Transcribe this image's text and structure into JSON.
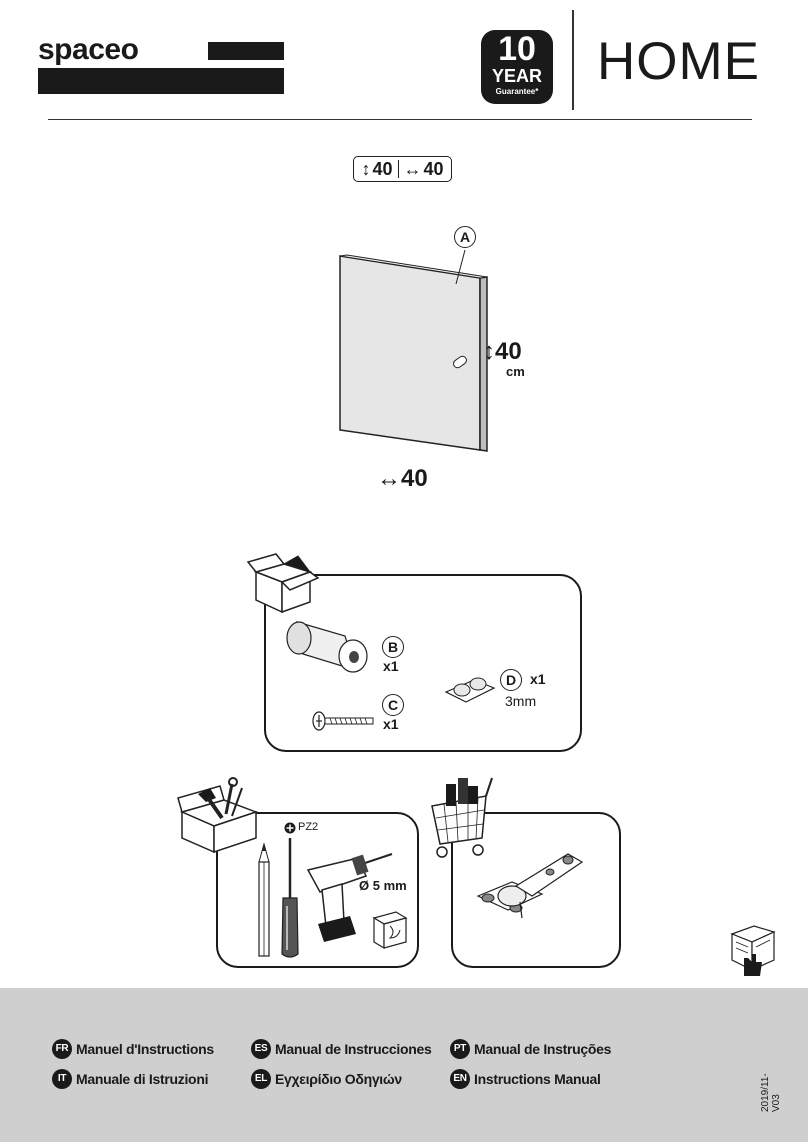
{
  "header": {
    "brand": "spaceo",
    "guarantee_number": "10",
    "guarantee_year": "YEAR",
    "guarantee_sub": "Guarantee*",
    "product_line": "HOME"
  },
  "dimensions": {
    "badge_height": "40",
    "badge_width": "40",
    "height_value": "40",
    "height_unit": "cm",
    "width_value": "40"
  },
  "panel_label": "A",
  "parts": [
    {
      "letter": "B",
      "qty": "x1"
    },
    {
      "letter": "C",
      "qty": "x1"
    },
    {
      "letter": "D",
      "qty": "x1",
      "note": "3mm"
    }
  ],
  "tools": {
    "bit": "PZ2",
    "drill_size": "Ø 5 mm"
  },
  "manuals": [
    {
      "code": "FR",
      "label": "Manuel d'Instructions"
    },
    {
      "code": "ES",
      "label": "Manual de Instrucciones"
    },
    {
      "code": "PT",
      "label": "Manual de Instruções"
    },
    {
      "code": "IT",
      "label": "Manuale di Istruzioni"
    },
    {
      "code": "EL",
      "label": "Εγχειρίδιο Οδηγιών"
    },
    {
      "code": "EN",
      "label": "Instructions Manual"
    }
  ],
  "version": "2019/11-V03",
  "colors": {
    "ink": "#1a1a1a",
    "footer_bg": "#cfcfcf"
  }
}
